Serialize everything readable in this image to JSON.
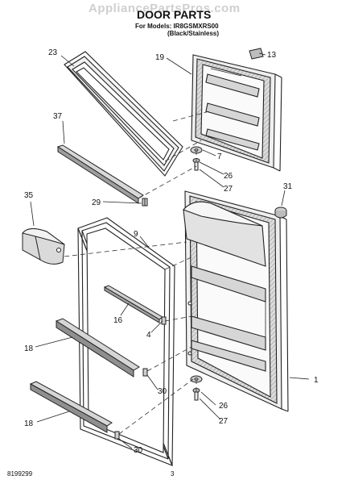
{
  "watermark": "AppliancePartsPros.com",
  "title": "DOOR PARTS",
  "subtitle_line1": "For Models: IR8GSMXRS00",
  "subtitle_line2": "(Black/Stainless)",
  "footer_left": "8199299",
  "footer_center": "3",
  "callouts": [
    "23",
    "19",
    "13",
    "37",
    "7",
    "26",
    "27",
    "35",
    "29",
    "31",
    "9",
    "16",
    "4",
    "18",
    "30",
    "1",
    "26",
    "27",
    "18",
    "30"
  ],
  "colors": {
    "line": "#222222",
    "shade": "#bdbdbd",
    "light": "#e6e6e6"
  }
}
